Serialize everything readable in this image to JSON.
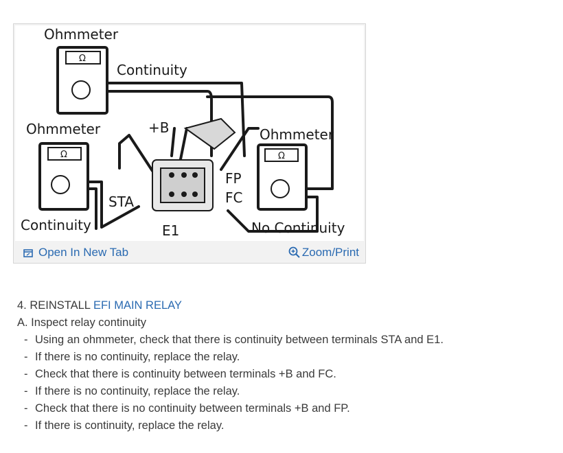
{
  "figure": {
    "labels": {
      "ohm_top": "Ohmmeter",
      "continuity_top": "Continuity",
      "ohm_left": "Ohmmeter",
      "plus_b": "+B",
      "ohm_right": "Ohmmeter",
      "fp": "FP",
      "fc": "FC",
      "sta": "STA",
      "continuity_left": "Continuity",
      "e1": "E1",
      "no_continuity": "No Continuity"
    },
    "meter_symbol": "Ω"
  },
  "toolbar": {
    "open_label": "Open In New Tab",
    "zoom_label": "Zoom/Print"
  },
  "content": {
    "step_number": "4. REINSTALL ",
    "step_link": "EFI MAIN RELAY",
    "sub_heading": "A. Inspect relay continuity",
    "bullets": [
      "Using an ohmmeter, check that there is continuity between terminals STA and E1.",
      "If there is no continuity, replace the relay.",
      "Check that there is continuity between terminals +B and FC.",
      "If there is no continuity, replace the relay.",
      "Check that there is no continuity between terminals +B and FP.",
      "If there is continuity, replace the relay."
    ],
    "dash": "-"
  }
}
